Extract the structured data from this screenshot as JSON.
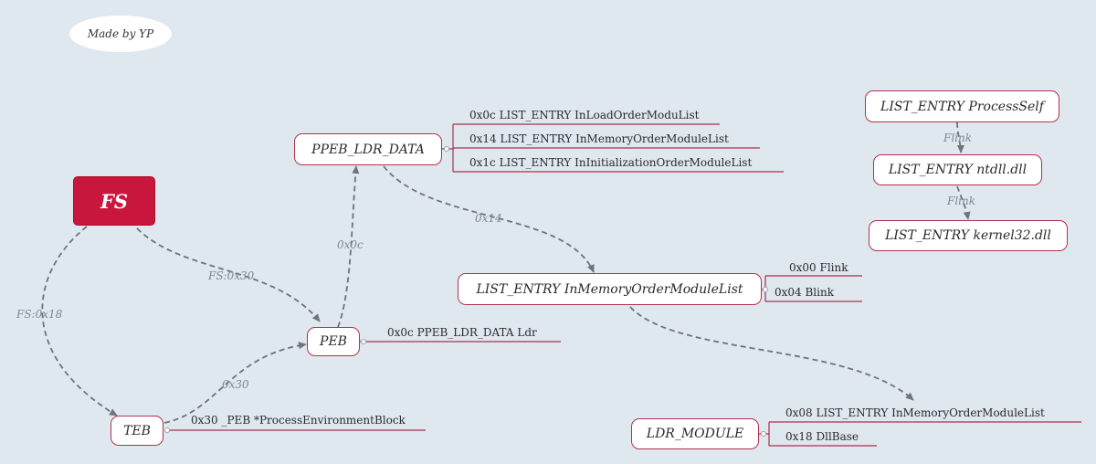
{
  "badge": "Made by YP",
  "nodes": {
    "fs": "FS",
    "teb": "TEB",
    "peb": "PEB",
    "ppeb_ldr_data": "PPEB_LDR_DATA",
    "list_entry_mem": "LIST_ENTRY  InMemoryOrderModuleList",
    "ldr_module": "LDR_MODULE",
    "list_entry_self": "LIST_ENTRY  ProcessSelf",
    "list_entry_ntdll": "LIST_ENTRY ntdll.dll",
    "list_entry_kernel32": "LIST_ENTRY  kernel32.dll"
  },
  "fields": {
    "teb": [
      "0x30   _PEB *ProcessEnvironmentBlock"
    ],
    "peb": [
      "0x0c PPEB_LDR_DATA Ldr"
    ],
    "ppeb_ldr_data": [
      "0x0c  LIST_ENTRY InLoadOrderModuList",
      "0x14  LIST_ENTRY InMemoryOrderModuleList",
      "0x1c  LIST_ENTRY  InInitializationOrderModuleList"
    ],
    "list_entry_mem": [
      "0x00 Flink",
      "0x04 Blink"
    ],
    "ldr_module": [
      "0x08   LIST_ENTRY  InMemoryOrderModuleList",
      "0x18  DllBase"
    ]
  },
  "edge_labels": {
    "fs_teb": "FS:0x18",
    "fs_peb": "FS:0x30",
    "teb_peb": "0x30",
    "peb_ldr": "0x0c",
    "ldr_mem": "0x14",
    "self_ntdll": "Flink",
    "ntdll_kernel32": "Flink"
  },
  "colors": {
    "background": "#dfe7ef",
    "root_fill": "#c8163d",
    "node_border": "#b2324b",
    "field_underline": "#a8324f",
    "edge": "#6d747b"
  }
}
